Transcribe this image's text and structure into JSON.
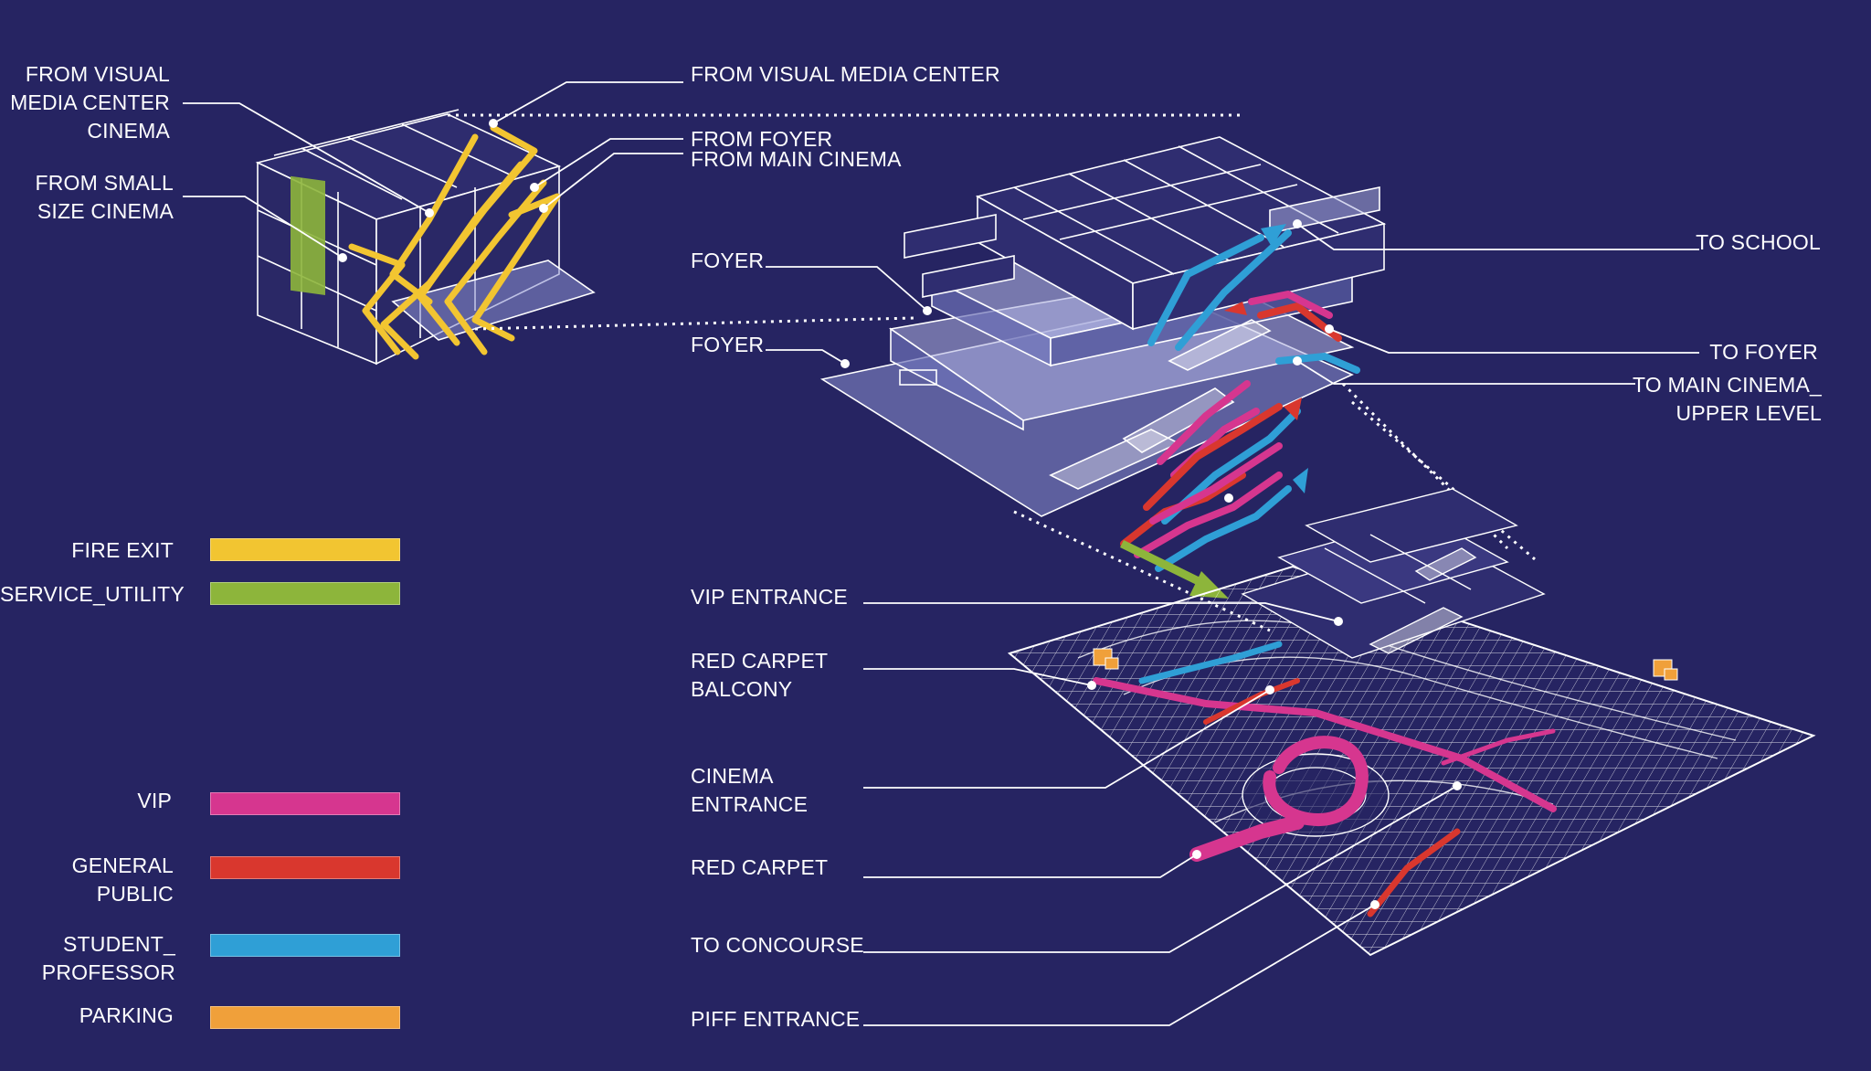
{
  "labels": {
    "from_vmc_cinema": "FROM VISUAL\nMEDIA CENTER\nCINEMA",
    "from_small": "FROM SMALL\nSIZE CINEMA",
    "from_vmc": "FROM VISUAL MEDIA CENTER",
    "from_foyer": "FROM FOYER",
    "from_main": "FROM MAIN CINEMA",
    "foyer_upper": "FOYER",
    "foyer_lower": "FOYER",
    "to_school": "TO SCHOOL",
    "to_foyer": "TO FOYER",
    "to_main_upper": "TO MAIN CINEMA_\nUPPER LEVEL",
    "vip_entrance": "VIP ENTRANCE",
    "red_carpet_balcony": "RED CARPET\nBALCONY",
    "cinema_entrance": "CINEMA\nENTRANCE",
    "red_carpet": "RED CARPET",
    "to_concourse": "TO CONCOURSE",
    "piff_entrance": "PIFF ENTRANCE"
  },
  "legend": [
    {
      "label": "FIRE EXIT",
      "color": "#f2c531"
    },
    {
      "label": "SERVICE_UTILITY",
      "color": "#8db53b"
    },
    {
      "label": "VIP",
      "color": "#d6368f"
    },
    {
      "label": "GENERAL PUBLIC",
      "color": "#d9372e"
    },
    {
      "label": "STUDENT_\nPROFESSOR",
      "color": "#2f9fd6"
    },
    {
      "label": "PARKING",
      "color": "#f0a03a"
    }
  ]
}
